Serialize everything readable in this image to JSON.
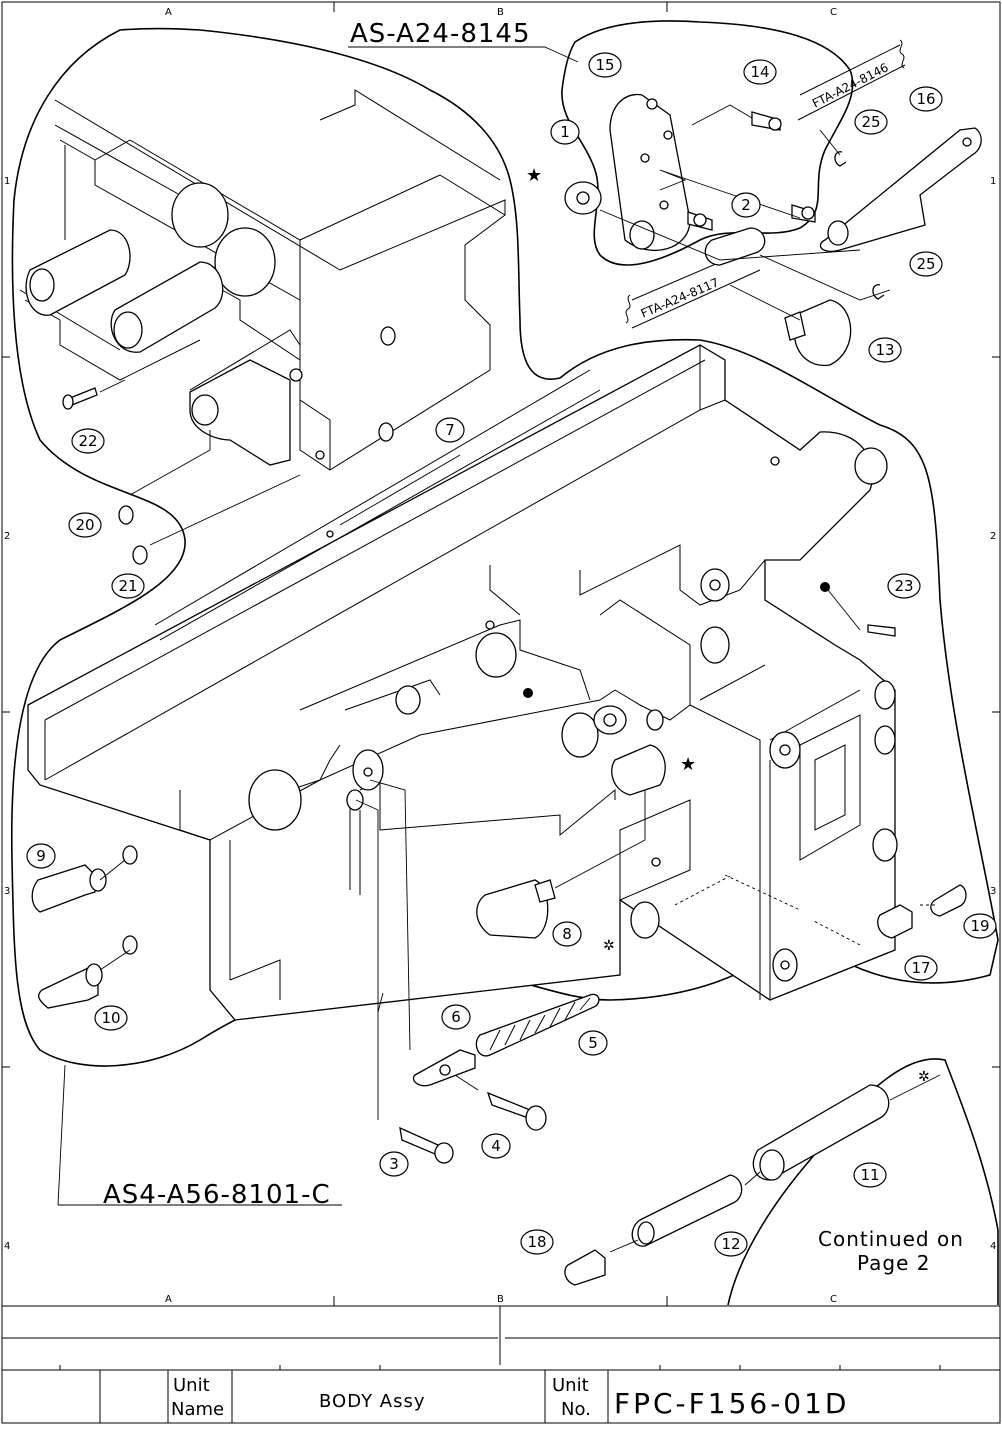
{
  "assemblies": [
    {
      "id": "as-a24-8145",
      "label": "AS-A24-8145"
    },
    {
      "id": "as4-a56-8101-c",
      "label": "AS4-A56-8101-C"
    }
  ],
  "sub_assemblies": [
    {
      "id": "fta-a24-8146",
      "label": "FTA-A24-8146"
    },
    {
      "id": "fta-a24-8117",
      "label": "FTA-A24-8117"
    }
  ],
  "callouts": [
    "1",
    "2",
    "3",
    "4",
    "5",
    "6",
    "7",
    "8",
    "9",
    "10",
    "11",
    "12",
    "13",
    "14",
    "15",
    "16",
    "17",
    "18",
    "19",
    "20",
    "21",
    "22",
    "23",
    "25",
    "25"
  ],
  "grid": {
    "columns": [
      "A",
      "B",
      "C"
    ],
    "rows": [
      "1",
      "2",
      "3",
      "4"
    ]
  },
  "continued_note": {
    "line1": "Continued on",
    "line2": "Page 2"
  },
  "title_block": {
    "unit_name_label_1": "Unit",
    "unit_name_label_2": "Name",
    "unit_name_value": "BODY Assy",
    "unit_no_label_1": "Unit",
    "unit_no_label_2": "No.",
    "unit_no_value": "FPC-F156-01D"
  },
  "colors": {
    "ink": "#000000",
    "paper": "#ffffff"
  }
}
